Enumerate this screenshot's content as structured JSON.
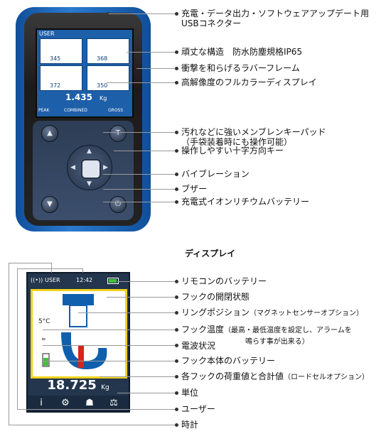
{
  "device_annotations": [
    {
      "text": "充電・データ出力・ソフトウェアアップデート用",
      "text2": "USBコネクター"
    },
    {
      "text": "頑丈な構造　防水防塵規格IP65"
    },
    {
      "text": "衝撃を和らげるラバーフレーム"
    },
    {
      "text": "高解像度のフルカラーディスプレイ"
    },
    {
      "text": "汚れなどに強いメンブレンキーパッド",
      "text2": "（手袋装着時にも操作可能）"
    },
    {
      "text": "操作しやすい十字方向キー"
    },
    {
      "text": "バイブレーション"
    },
    {
      "text": "ブザー"
    },
    {
      "text": "充電式イオンリチウムバッテリー"
    }
  ],
  "display_section_title": "ディスプレイ",
  "display_annotations": [
    {
      "text": "リモコンのバッテリー",
      "note": ""
    },
    {
      "text": "フックの開閉状態",
      "note": ""
    },
    {
      "text": "リングポジション",
      "note": "（マグネットセンサーオプション）"
    },
    {
      "text": "フック温度",
      "note": "（最高・最低温度を設定し、アラームを",
      "note2": "鳴らす事が出来る）"
    },
    {
      "text": "電波状況",
      "note": ""
    },
    {
      "text": "フック本体のバッテリー",
      "note": ""
    },
    {
      "text": "各フックの荷重値と合計値",
      "note": "（ロードセルオプション）"
    },
    {
      "text": "単位",
      "note": ""
    },
    {
      "text": "ユーザー",
      "note": ""
    },
    {
      "text": "時計",
      "note": ""
    }
  ],
  "device_screen": {
    "header_user": "USER",
    "cells": [
      "345",
      "368",
      "372",
      "350"
    ],
    "cell_unit": "Kg",
    "total_value": "1.435",
    "total_unit": "Kg",
    "tabs": [
      "PEAK",
      "COMBINED",
      "GROSS"
    ]
  },
  "display_screen": {
    "user": "USER",
    "clock": "12:42",
    "temperature": "5°C",
    "value": "18.725",
    "unit": "Kg",
    "bottom_icons": [
      "info-icon",
      "settings-icon",
      "user-icon",
      "tare-icon"
    ],
    "colors": {
      "frame": "#f0d21a",
      "battery": "#44c23a",
      "ring": "#d8241b",
      "panel": "#23364d"
    }
  }
}
